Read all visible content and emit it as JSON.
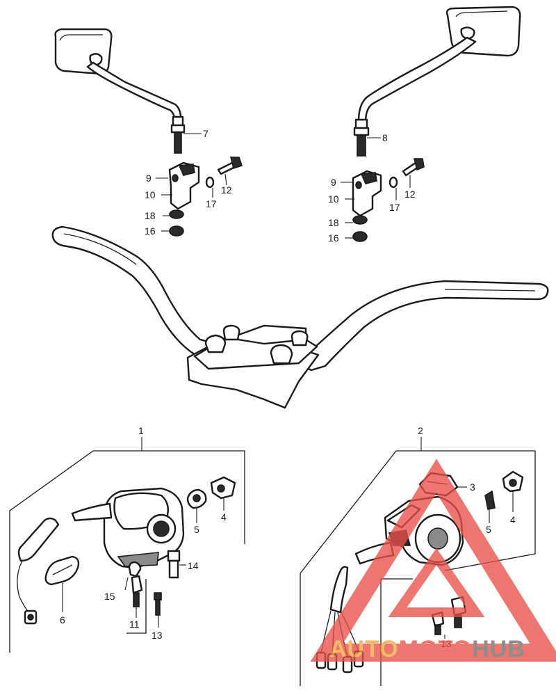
{
  "labels": {
    "l1": "1",
    "l2": "2",
    "l3": "3",
    "l4a": "4",
    "l4b": "4",
    "l5a": "5",
    "l5b": "5",
    "l6": "6",
    "l7": "7",
    "l8": "8",
    "l9a": "9",
    "l9b": "9",
    "l10a": "10",
    "l10b": "10",
    "l11": "11",
    "l12a": "12",
    "l12b": "12",
    "l13a": "13",
    "l13b": "13",
    "l14": "14",
    "l15": "15",
    "l16a": "16",
    "l16b": "16",
    "l17a": "17",
    "l17b": "17",
    "l18a": "18",
    "l18b": "18"
  },
  "watermark": {
    "part1": "AUTO",
    "part2": "MOTO",
    "part3": "HUB",
    "color_primary": "#e8504a",
    "color_accent": "#f2a93b",
    "color_dark": "#6e6e6e"
  }
}
